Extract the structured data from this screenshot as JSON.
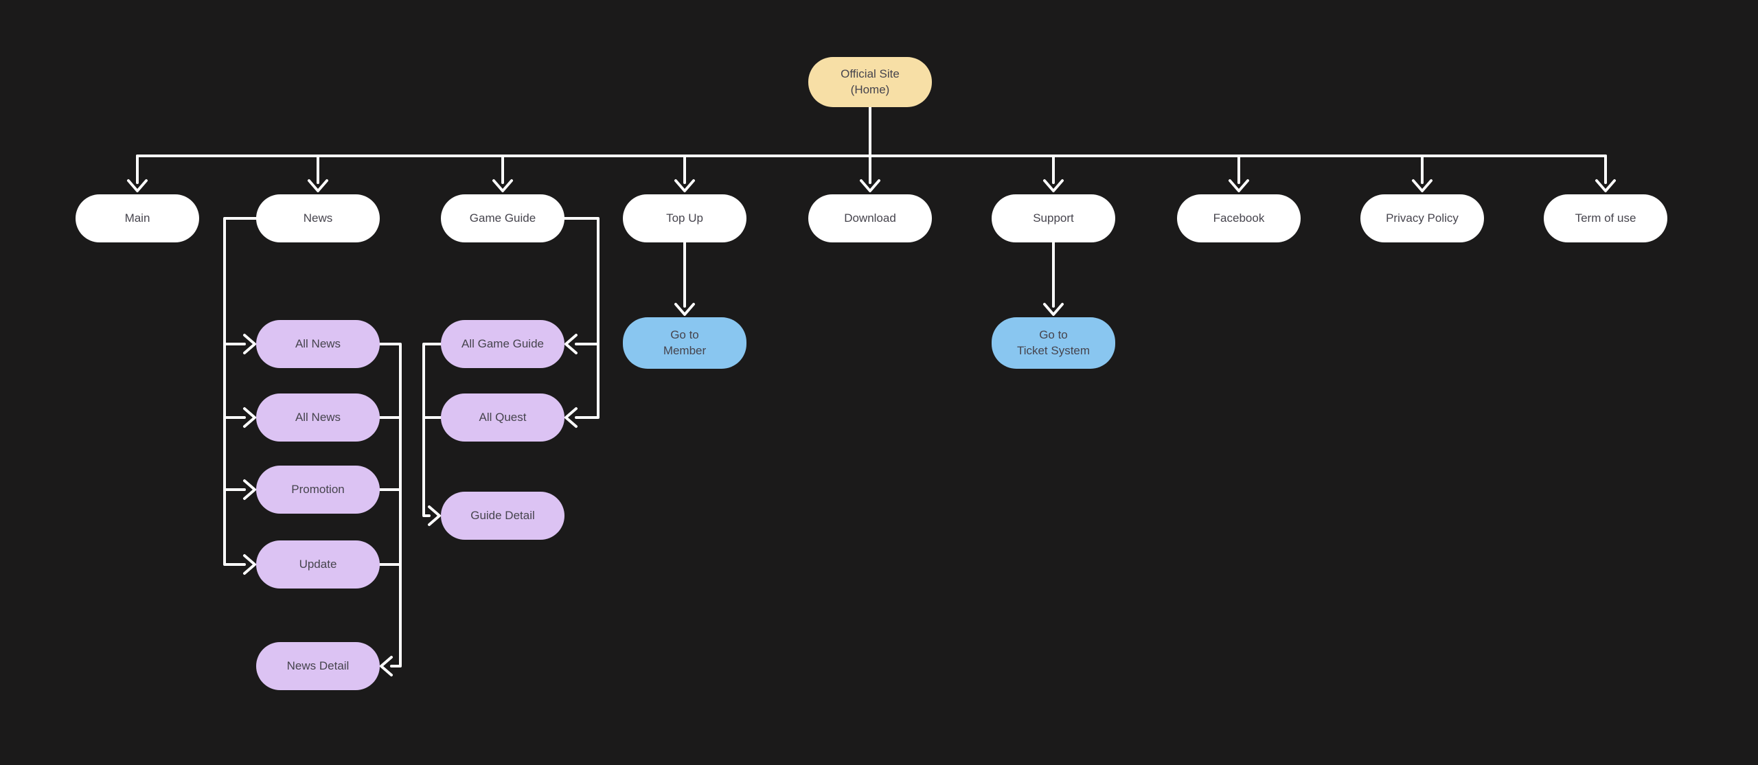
{
  "diagram_title": "Official site sitemap flowchart",
  "colors": {
    "bg": "#1b1a1a",
    "root": "#f7dfa6",
    "page": "#ffffff",
    "sub": "#dcc3f3",
    "action": "#89c6f0",
    "text": "#46444d",
    "line": "#ffffff"
  },
  "nodes": {
    "root": {
      "label": "Official Site\n(Home)"
    },
    "main": {
      "label": "Main"
    },
    "news": {
      "label": "News"
    },
    "game_guide": {
      "label": "Game Guide"
    },
    "top_up": {
      "label": "Top Up"
    },
    "download": {
      "label": "Download"
    },
    "support": {
      "label": "Support"
    },
    "facebook": {
      "label": "Facebook"
    },
    "privacy_policy": {
      "label": "Privacy Policy"
    },
    "term_of_use": {
      "label": "Term of use"
    },
    "all_news_1": {
      "label": "All News"
    },
    "all_news_2": {
      "label": "All News"
    },
    "promotion": {
      "label": "Promotion"
    },
    "update": {
      "label": "Update"
    },
    "news_detail": {
      "label": "News Detail"
    },
    "all_game_guide": {
      "label": "All Game Guide"
    },
    "all_quest": {
      "label": "All Quest"
    },
    "guide_detail": {
      "label": "Guide Detail"
    },
    "go_to_member": {
      "label": "Go to\nMember"
    },
    "go_to_ticket_system": {
      "label": "Go to\nTicket System"
    }
  },
  "edges": [
    {
      "from": "root",
      "to": "main"
    },
    {
      "from": "root",
      "to": "news"
    },
    {
      "from": "root",
      "to": "game_guide"
    },
    {
      "from": "root",
      "to": "top_up"
    },
    {
      "from": "root",
      "to": "download"
    },
    {
      "from": "root",
      "to": "support"
    },
    {
      "from": "root",
      "to": "facebook"
    },
    {
      "from": "root",
      "to": "privacy_policy"
    },
    {
      "from": "root",
      "to": "term_of_use"
    },
    {
      "from": "news",
      "to": "all_news_1"
    },
    {
      "from": "news",
      "to": "all_news_2"
    },
    {
      "from": "news",
      "to": "promotion"
    },
    {
      "from": "news",
      "to": "update"
    },
    {
      "from": "all_news_1",
      "to": "news_detail"
    },
    {
      "from": "all_news_2",
      "to": "news_detail"
    },
    {
      "from": "promotion",
      "to": "news_detail"
    },
    {
      "from": "update",
      "to": "news_detail"
    },
    {
      "from": "game_guide",
      "to": "all_game_guide"
    },
    {
      "from": "game_guide",
      "to": "all_quest"
    },
    {
      "from": "all_game_guide",
      "to": "guide_detail"
    },
    {
      "from": "all_quest",
      "to": "guide_detail"
    },
    {
      "from": "top_up",
      "to": "go_to_member"
    },
    {
      "from": "support",
      "to": "go_to_ticket_system"
    }
  ]
}
